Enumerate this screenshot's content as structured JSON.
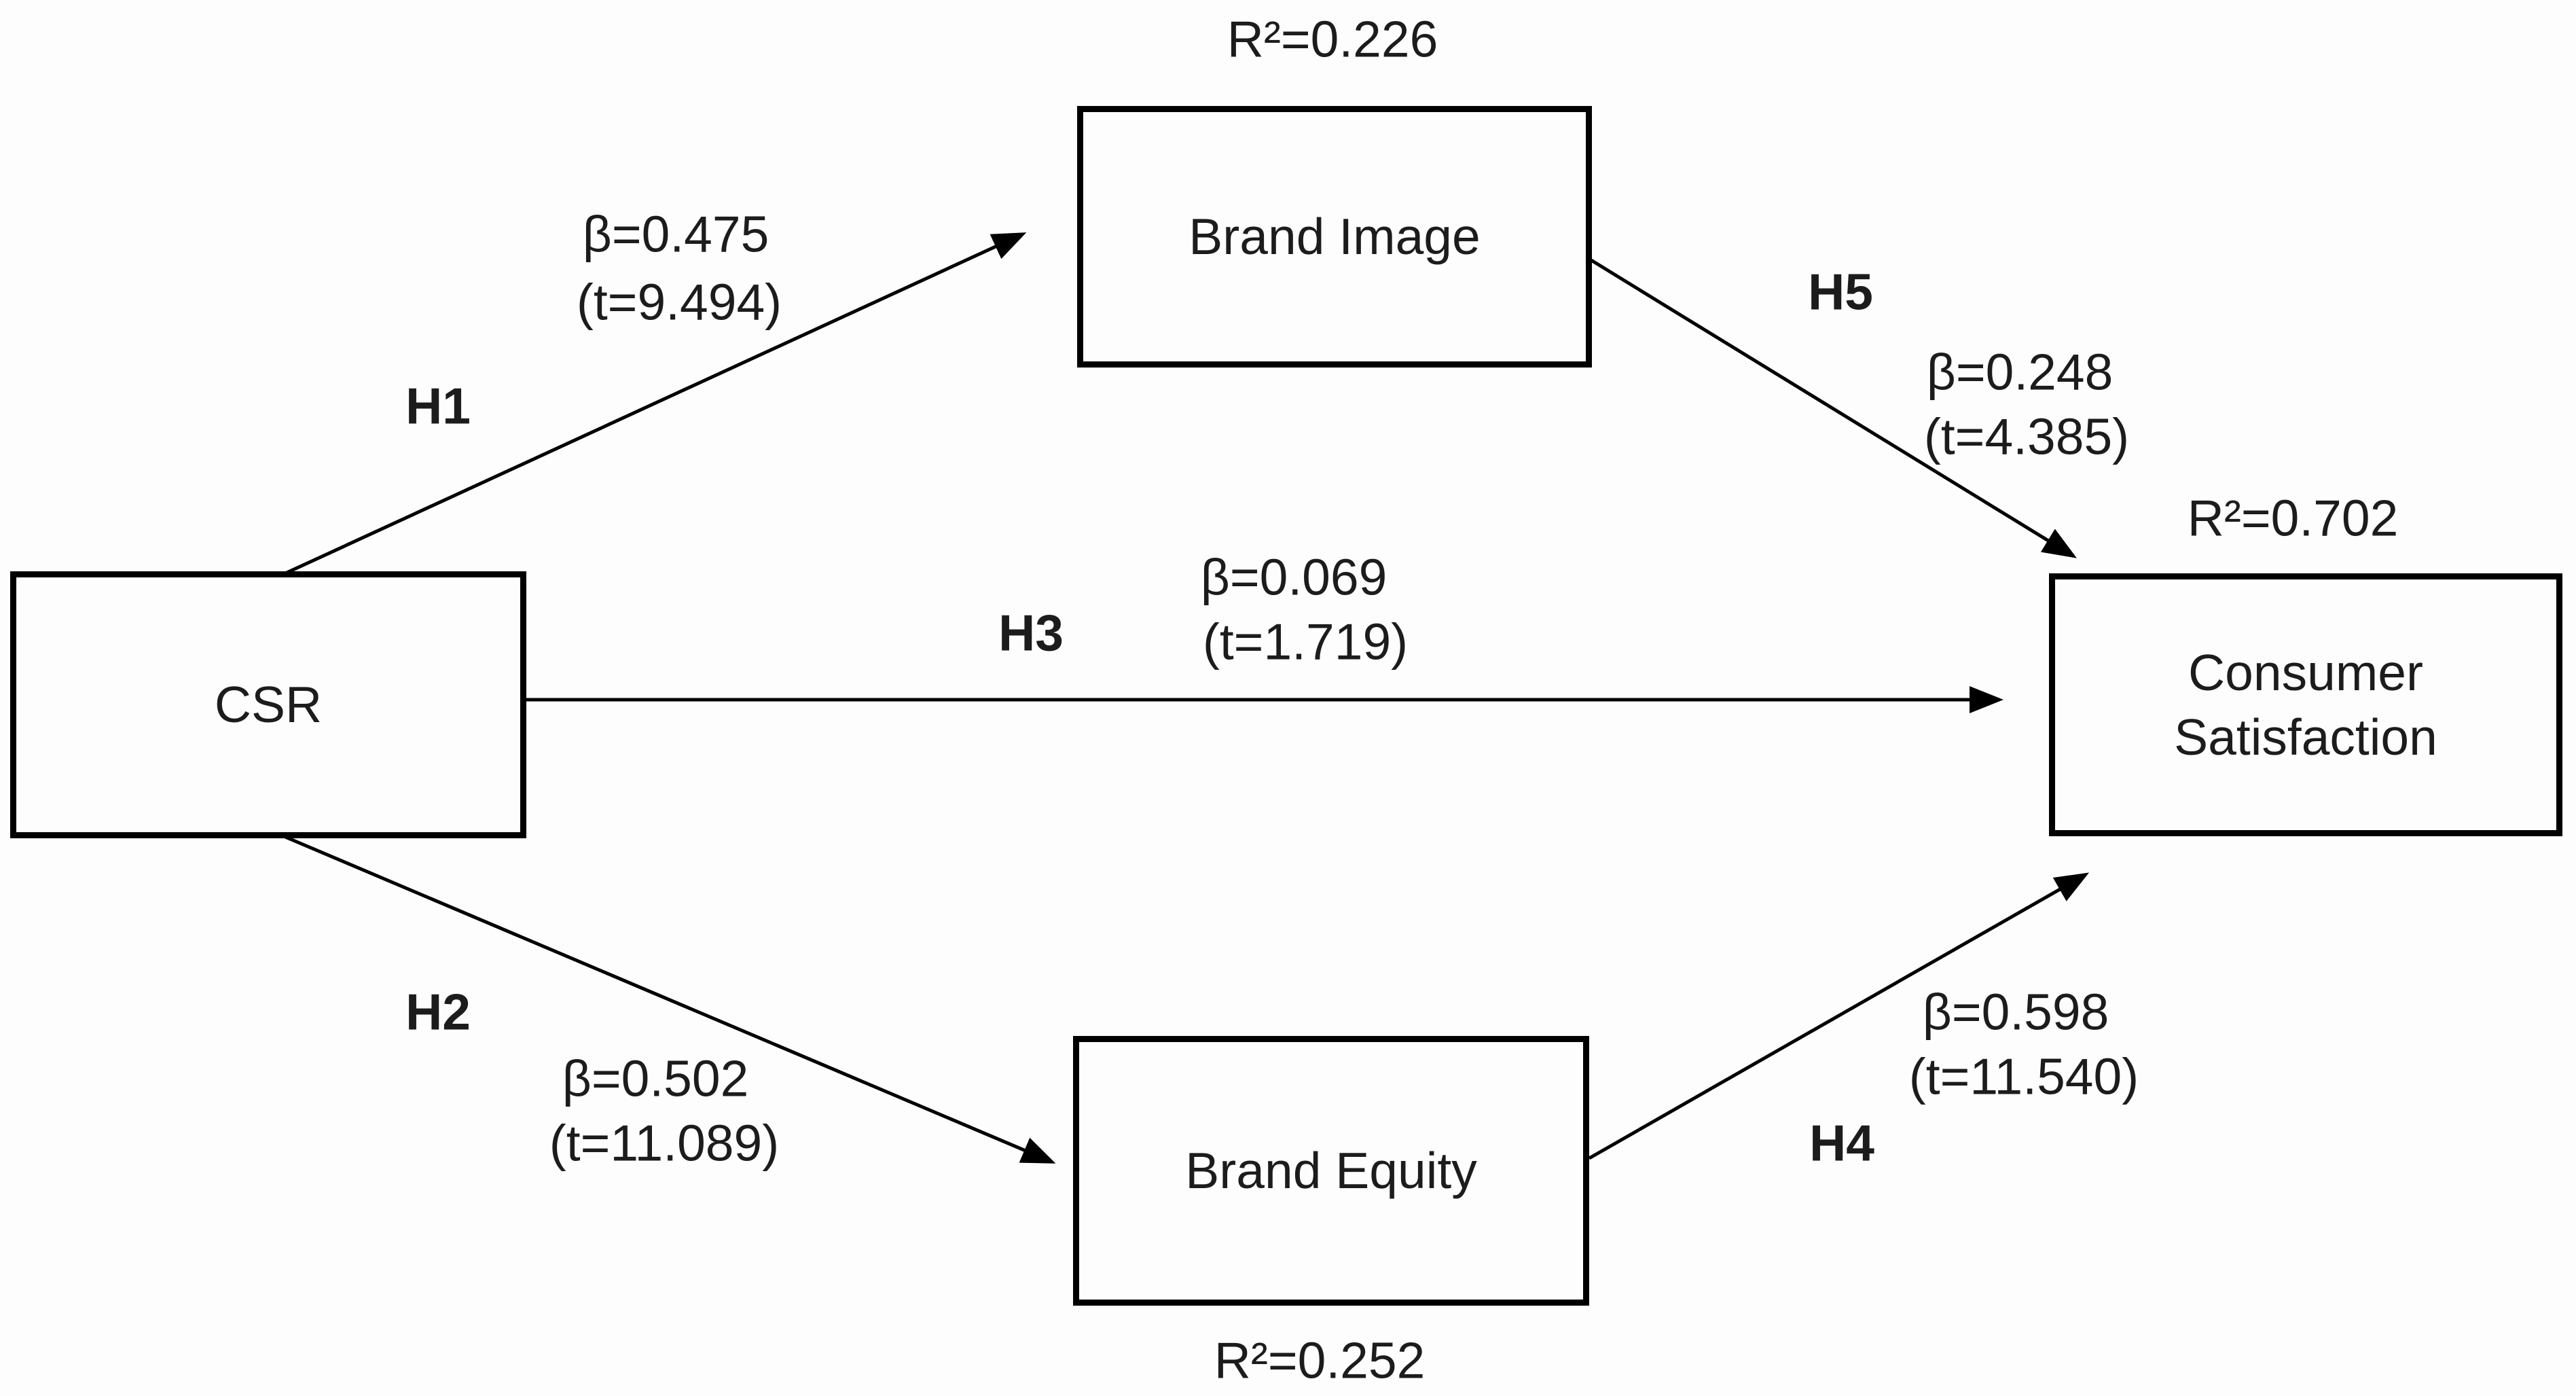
{
  "diagram": {
    "type": "path-model",
    "colors": {
      "background": "#fdfdfd",
      "box_border": "#000000",
      "arrow": "#000000",
      "text": "#1c1c1c"
    },
    "nodes": {
      "csr": {
        "label": "CSR"
      },
      "brand_image": {
        "label": "Brand Image",
        "r2": "R²=0.226"
      },
      "brand_equity": {
        "label": "Brand Equity",
        "r2": "R²=0.252"
      },
      "consumer_satisfaction": {
        "label": "Consumer Satisfaction",
        "r2": "R²=0.702"
      }
    },
    "paths": {
      "h1": {
        "label": "H1",
        "beta": "β=0.475",
        "t": "(t=9.494)",
        "from": "CSR",
        "to": "Brand Image"
      },
      "h2": {
        "label": "H2",
        "beta": "β=0.502",
        "t": "(t=11.089)",
        "from": "CSR",
        "to": "Brand Equity"
      },
      "h3": {
        "label": "H3",
        "beta": "β=0.069",
        "t": "(t=1.719)",
        "from": "CSR",
        "to": "Consumer Satisfaction"
      },
      "h4": {
        "label": "H4",
        "beta": "β=0.598",
        "t": "(t=11.540)",
        "from": "Brand Equity",
        "to": "Consumer Satisfaction"
      },
      "h5": {
        "label": "H5",
        "beta": "β=0.248",
        "t": "(t=4.385)",
        "from": "Brand Image",
        "to": "Consumer Satisfaction"
      }
    }
  }
}
